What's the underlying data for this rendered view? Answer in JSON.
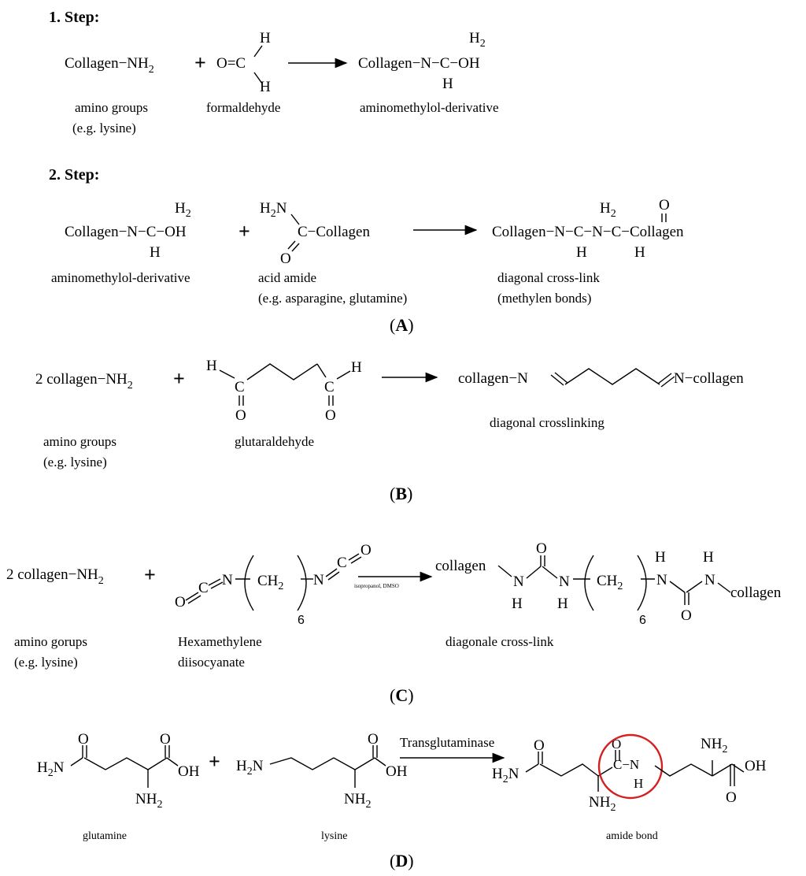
{
  "panelA": {
    "step1": {
      "heading": "1. Step:",
      "reactant1": "Collagen−NH",
      "sub2": "2",
      "plus": "+",
      "formaldehyde_o": "O=C",
      "h": "H",
      "product_prefix": "Collagen−N−C−OH",
      "h2_label": "H",
      "h2_sub": "2",
      "nh_h": "H",
      "label_amino_1": "amino groups",
      "label_amino_2": "(e.g. lysine)",
      "label_formaldehyde": "formaldehyde",
      "label_product": "aminomethylol-derivative"
    },
    "step2": {
      "heading": "2. Step:",
      "reactant1": "Collagen−N−C−OH",
      "h2_label": "H",
      "h2_sub": "2",
      "nh_h": "H",
      "plus": "+",
      "h2n": "H",
      "h2n_sub": "2",
      "h2n_n": "N",
      "amide_c": "C−Collagen",
      "amide_o": "O",
      "product": "Collagen−N−C−N−C−Collagen",
      "prod_h2": "H",
      "prod_h2_sub": "2",
      "prod_o": "O",
      "prod_h_a": "H",
      "prod_h_b": "H",
      "label_r1": "aminomethylol-derivative",
      "label_amide_1": "acid amide",
      "label_amide_2": "(e.g. asparagine, glutamine)",
      "label_prod_1": "diagonal cross-link",
      "label_prod_2": "(methylen bonds)"
    },
    "panel_label": "A"
  },
  "panelB": {
    "reactant": "2 collagen−NH",
    "sub2": "2",
    "plus": "+",
    "h_left": "H",
    "c_left": "C",
    "o_left": "O",
    "h_right": "H",
    "c_right": "C",
    "o_right": "O",
    "product_left": "collagen−N",
    "product_right": "N−collagen",
    "label_amino_1": "amino groups",
    "label_amino_2": "(e.g. lysine)",
    "label_glut": "glutaraldehyde",
    "label_prod": "diagonal crosslinking",
    "panel_label": "B"
  },
  "panelC": {
    "reactant": "2 collagen−NH",
    "sub2": "2",
    "plus": "+",
    "oc_left": "O=C=N",
    "ch2": "CH",
    "ch2_sub": "2",
    "n_right": "N",
    "c_right": "C",
    "o_right": "O",
    "six": "6",
    "conditions": "isopropanol, DMSO",
    "prod_collagen_left": "collagen",
    "prod_o_top": "O",
    "prod_n1": "N",
    "prod_n2": "N",
    "prod_h1": "H",
    "prod_h2": "H",
    "prod_ch2": "CH",
    "prod_ch2_sub": "2",
    "prod_six": "6",
    "prod_h3": "H",
    "prod_h4": "H",
    "prod_n3": "N",
    "prod_n4": "N",
    "prod_o_bottom": "O",
    "prod_collagen_right": "collagen",
    "label_amino_1": "amino gorups",
    "label_amino_2": "(e.g. lysine)",
    "label_hdi_1": "Hexamethylene",
    "label_hdi_2": "diisocyanate",
    "label_prod": "diagonale cross-link",
    "panel_label": "C"
  },
  "panelD": {
    "gln_h2n": "H",
    "gln_h2n_sub": "2",
    "gln_n": "N",
    "gln_o1": "O",
    "gln_o2": "O",
    "gln_oh": "OH",
    "gln_nh2": "NH",
    "gln_nh2_sub": "2",
    "plus": "+",
    "lys_h2n": "H",
    "lys_h2n_sub": "2",
    "lys_n": "N",
    "lys_o": "O",
    "lys_oh": "OH",
    "lys_nh2": "NH",
    "lys_nh2_sub": "2",
    "enzyme": "Transglutaminase",
    "p_h2n": "H",
    "p_h2n_sub": "2",
    "p_n": "N",
    "p_o1": "O",
    "p_o2": "O",
    "p_cn": "C−N",
    "p_h": "H",
    "p_nh2_bottom": "NH",
    "p_nh2_bottom_sub": "2",
    "p_nh2_top": "NH",
    "p_nh2_top_sub": "2",
    "p_oh": "OH",
    "p_o3": "O",
    "label_gln": "glutamine",
    "label_lys": "lysine",
    "label_amide": "amide bond",
    "highlight_color": "#d42020",
    "panel_label": "D"
  }
}
